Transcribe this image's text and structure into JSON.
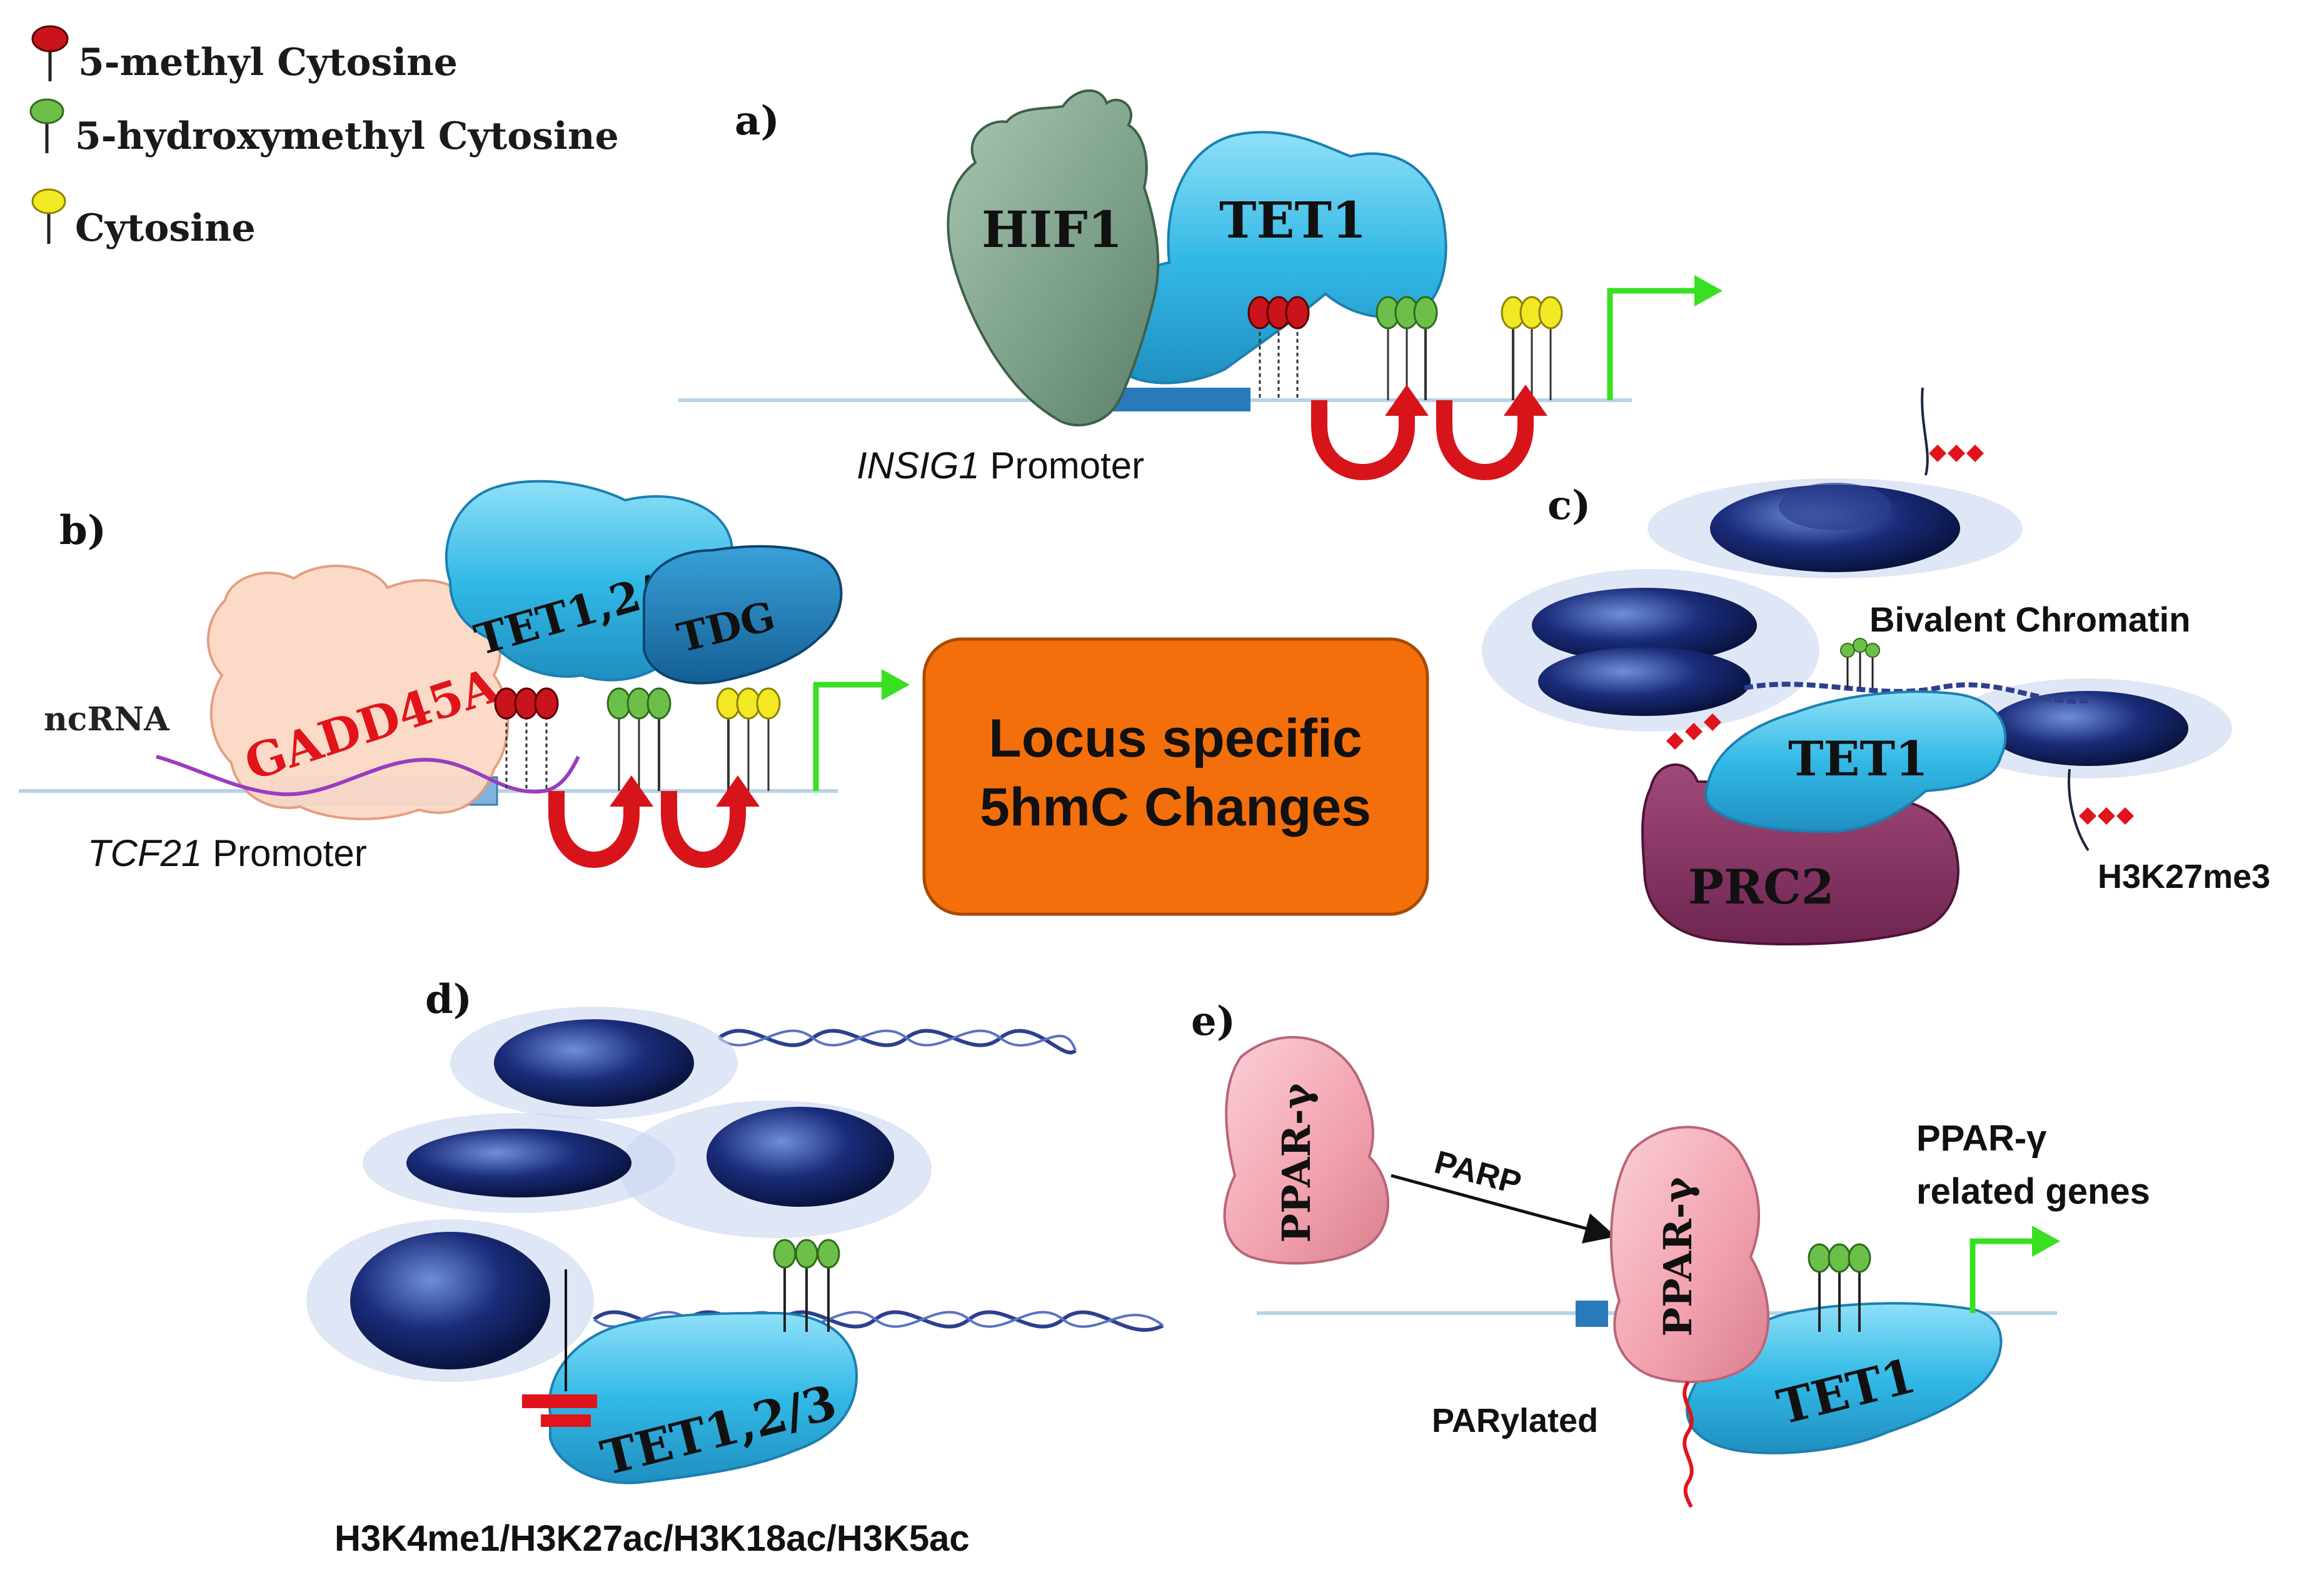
{
  "legend": {
    "mc5": "5-methyl Cytosine",
    "hmc5": "5-hydroxymethyl Cytosine",
    "cytosine": "Cytosine"
  },
  "colors": {
    "methyl": "#c8141a",
    "hydroxymethyl": "#6cc04a",
    "cytosine": "#f2e824",
    "tet": "#33b9e6",
    "hif": "#7a9e88",
    "gadd": "#fbd9c6",
    "tdg": "#1f7fb6",
    "prc2": "#8a3866",
    "ppar": "#f1a0ad",
    "box": "#f36f0b",
    "arrow_green": "#39e021",
    "uturn_red": "#d7141a",
    "nucleosome": "#16246a"
  },
  "panel_a": {
    "label": "a)",
    "hif": "HIF1",
    "tet": "TET1",
    "promoter_gene": "INSIG1",
    "promoter_word": " Promoter"
  },
  "panel_b": {
    "label": "b)",
    "tet": "TET1,2/3",
    "tdg": "TDG",
    "gadd": "GADD45A",
    "ncrna": "ncRNA",
    "promoter_gene": "TCF21",
    "promoter_word": " Promoter"
  },
  "center_box": {
    "line1": "Locus specific",
    "line2": "5hmC Changes"
  },
  "panel_c": {
    "label": "c)",
    "bivalent": "Bivalent Chromatin",
    "tet": "TET1",
    "prc2": "PRC2",
    "h3k27": "H3K27me3"
  },
  "panel_d": {
    "label": "d)",
    "tet": "TET1,2/3",
    "marks": "H3K4me1/H3K27ac/H3K18ac/H3K5ac"
  },
  "panel_e": {
    "label": "e)",
    "ppar_free": "PPAR-γ",
    "parp": "PARP",
    "ppar_bound": "PPAR-γ",
    "tet": "TET1",
    "parylated": "PARylated",
    "genes_line1": "PPAR-γ",
    "genes_line2": "related genes"
  }
}
